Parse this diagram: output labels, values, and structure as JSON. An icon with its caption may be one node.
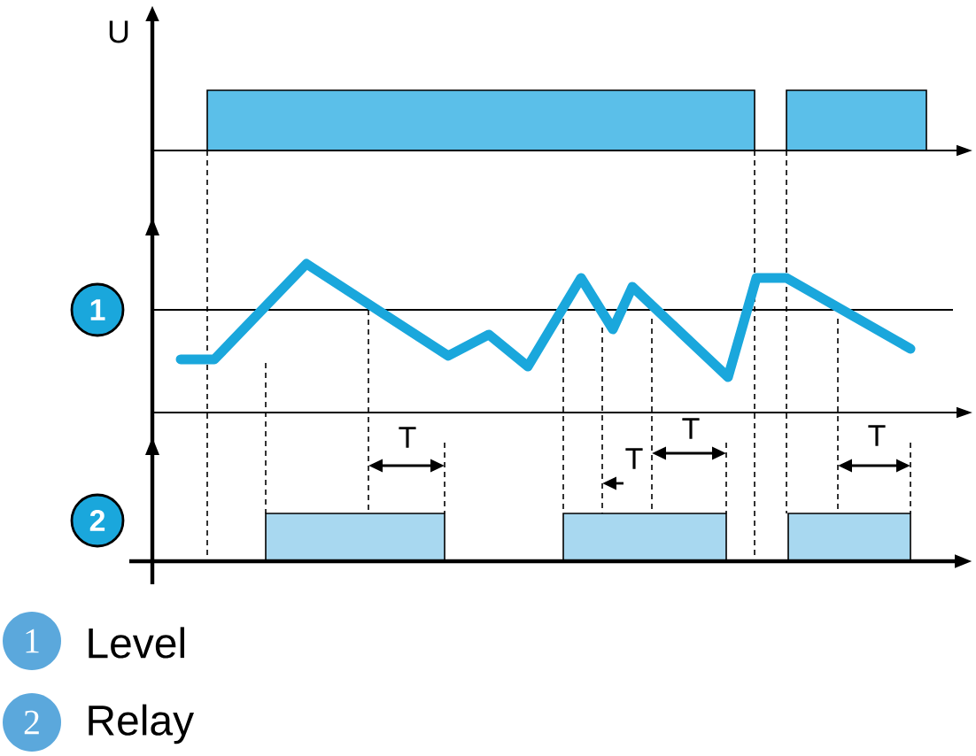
{
  "diagram": {
    "labels": [
      "U",
      "1",
      "T",
      "T",
      "T",
      "T",
      "2",
      "1",
      "2"
    ],
    "legend": [
      {
        "text": "Level"
      },
      {
        "text": "Relay"
      }
    ]
  }
}
